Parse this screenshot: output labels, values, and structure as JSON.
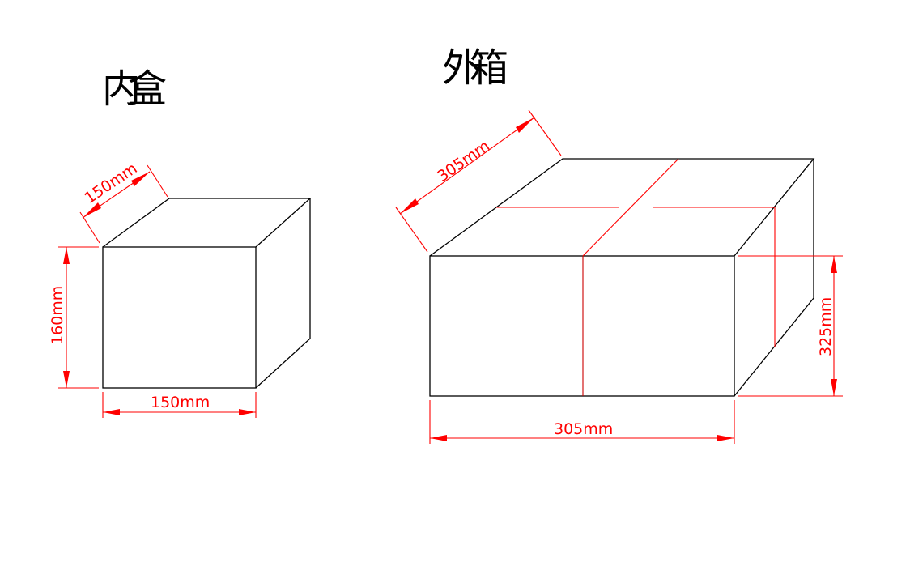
{
  "inner_box": {
    "title": "内盒",
    "depth_label": "150mm",
    "height_label": "160mm",
    "width_label": "150mm"
  },
  "outer_box": {
    "title": "外箱",
    "depth_label": "305mm",
    "height_label": "325mm",
    "width_label": "305mm"
  },
  "colors": {
    "outline": "#000000",
    "dimension": "#ff0000"
  }
}
